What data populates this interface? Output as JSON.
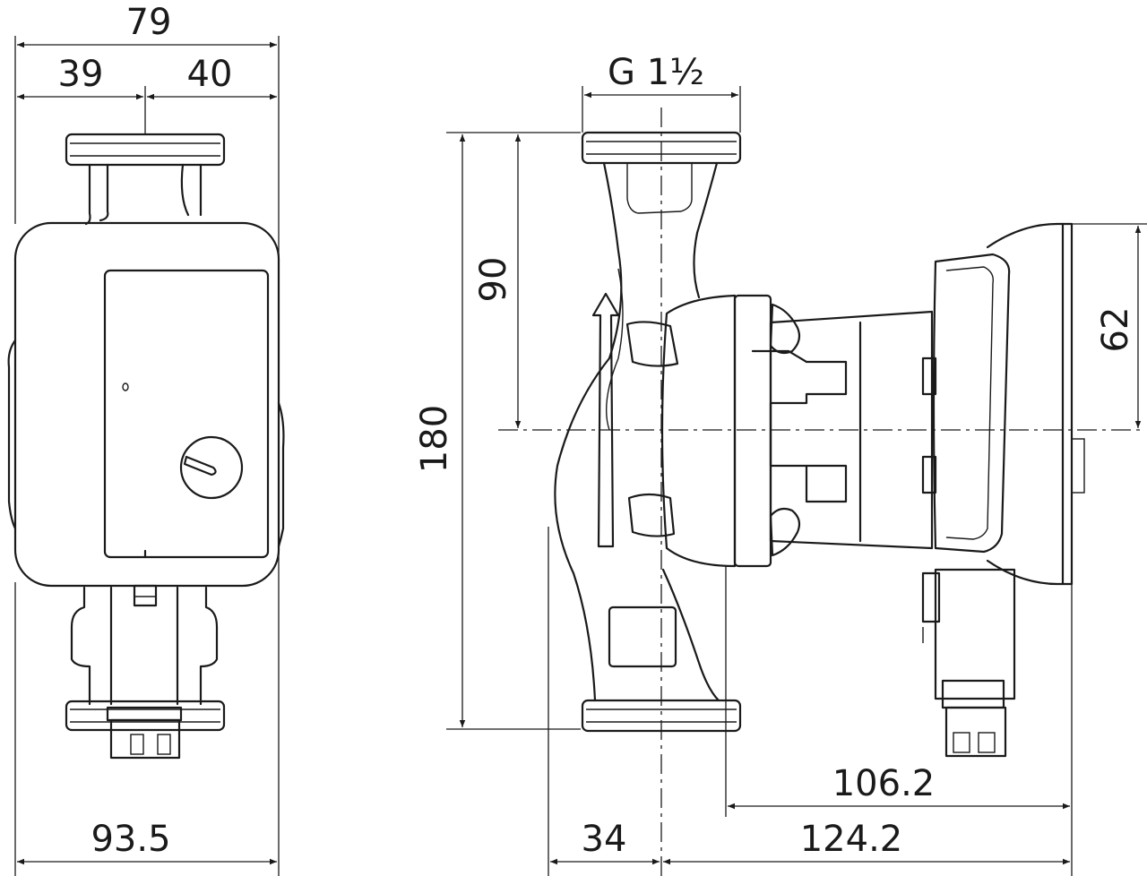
{
  "dimensions": {
    "front_total_width": "79",
    "front_left_half": "39",
    "front_right_half": "40",
    "front_overall_width": "93.5",
    "thread_size": "G 1½",
    "side_total_height": "180",
    "side_upper_height": "90",
    "motor_half_height": "62",
    "shaft_to_motor_end": "106.2",
    "overall_depth": "124.2",
    "inlet_offset": "34"
  }
}
